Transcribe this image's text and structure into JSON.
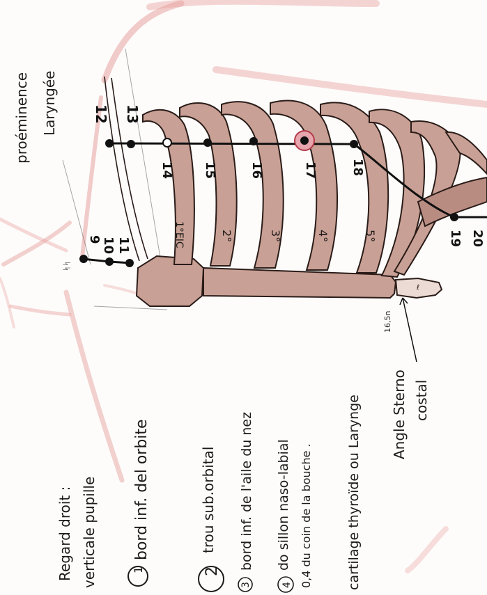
{
  "point_numbers": {
    "p9": "9",
    "p10": "10",
    "p11": "11",
    "p12": "12",
    "p13": "13",
    "p14": "14",
    "p15": "15",
    "p16": "16",
    "p17": "17",
    "p18": "18",
    "p19": "19",
    "p20": "20"
  },
  "rib_labels": {
    "r1": "1°EIC",
    "r2": "2°",
    "r3": "3°",
    "r4": "4°",
    "r5": "5°"
  },
  "annotations": {
    "proeminence": "proéminence",
    "laryngee": "Laryngée",
    "angle_line1": "Angle Sterno",
    "angle_line2": "costal",
    "angle_note": "16,5n",
    "small_mark": "ᛋᛋ"
  },
  "notes": {
    "regard_line1": "Regard droit :",
    "regard_line2": "verticale pupille",
    "n1_num": "1",
    "n1_text": "bord inf. del orbite",
    "n2_num": "2",
    "n2_text": "trou sub.orbital",
    "n3_num": "3",
    "n3_text": "bord inf. de l'aile du nez",
    "n4_num": "4",
    "n4_line1": "do sillon naso-labial",
    "n4_line2": "0,4 du coin de la bouche .",
    "cartilage": "cartilage thyroïde ou Larynge"
  },
  "colors": {
    "rib_fill": "#c9a095",
    "rib_stroke": "#2a1c18",
    "skin_line": "#e8a3a0",
    "ink": "#111111",
    "highlight": "#d9737e"
  }
}
